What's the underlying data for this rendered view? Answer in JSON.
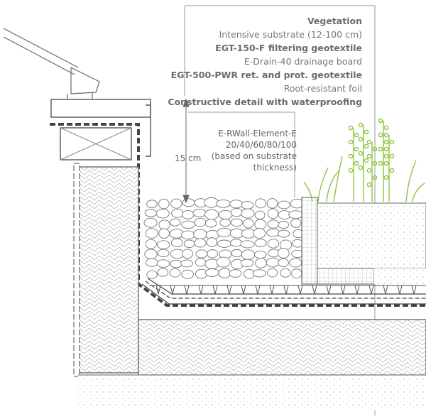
{
  "legend": [
    {
      "text": "Vegetation",
      "bold": true
    },
    {
      "text": "Intensive substrate (12-100 cm)",
      "bold": false
    },
    {
      "text": "EGT-150-F filtering geotextile",
      "bold": true
    },
    {
      "text": "E-Drain-40 drainage board",
      "bold": false
    },
    {
      "text": "EGT-500-PWR ret. and prot. geotextile",
      "bold": true
    },
    {
      "text": "Root-resistant foil",
      "bold": false
    },
    {
      "text": "Constructive detail with waterproofing",
      "bold": true
    }
  ],
  "element_note": {
    "line1": "E-RWall-Element-E",
    "line2": "20/40/60/80/100",
    "line3": "(based on substrate",
    "line4": "thickness)"
  },
  "dimension": "15 cm",
  "colors": {
    "line": "#555555",
    "text": "#777777",
    "plant": "#8cc640",
    "hatch": "#999999"
  }
}
